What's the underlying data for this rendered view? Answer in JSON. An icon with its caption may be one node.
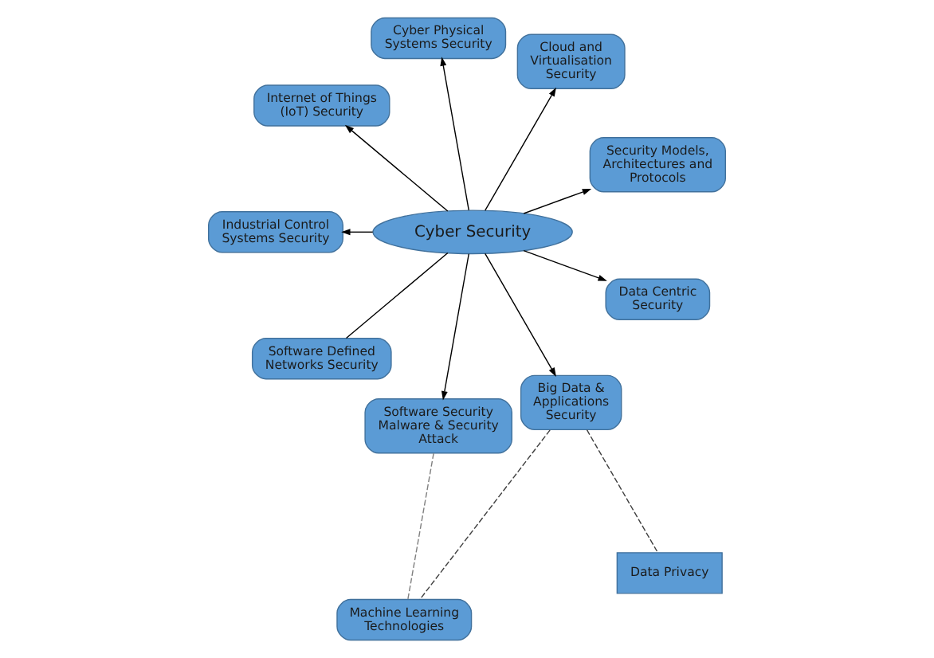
{
  "diagram": {
    "nodes": [
      {
        "text": [
          "Security Models, Architectures and Protocols"
        ]
      },
      {
        "text": [
          "Cloud and Virtualisation Security"
        ]
      },
      {
        "text": [
          "Cyber Physical Systems Security"
        ]
      },
      {
        "text": [
          "Cyber Security"
        ]
      },
      {
        "text": [
          "Internet of Things (IoT) Security"
        ]
      },
      {
        "text": [
          "Industrial Control Systems Security"
        ]
      },
      {
        "text": [
          "Software Defined Networks Security"
        ]
      },
      {
        "text": [
          "Software Security",
          "Malware & Security Attack"
        ]
      },
      {
        "text": [
          "Big Data & Applications Security"
        ]
      },
      {
        "text": [
          "Data Centric Security"
        ]
      },
      {
        "text": [
          "Machine Learning Technologies"
        ]
      },
      {
        "text": [
          "Data Privacy"
        ]
      }
    ],
    "edges": [
      {
        "from": 3,
        "to": 0,
        "arrow": "to"
      },
      {
        "from": 3,
        "to": 1,
        "arrow": "to"
      },
      {
        "from": 3,
        "to": 4,
        "arrow": "to"
      },
      {
        "from": 3,
        "to": 6,
        "arrow": "none"
      },
      {
        "from": 3,
        "to": 2,
        "arrow": "to"
      },
      {
        "from": 3,
        "to": 5,
        "arrow": "to"
      },
      {
        "from": 3,
        "to": 7,
        "arrow": "to"
      },
      {
        "from": 3,
        "to": 8,
        "arrow": "to"
      },
      {
        "from": 3,
        "to": 9,
        "arrow": "to"
      },
      {
        "from": 7,
        "to": 10,
        "arrow": "none",
        "style": "dashed",
        "color": "#808080"
      },
      {
        "from": 8,
        "to": 10,
        "arrow": "none",
        "style": "dashed",
        "color": "#404040"
      },
      {
        "from": 8,
        "to": 11,
        "arrow": "none",
        "style": "dashed",
        "color": "#404040"
      }
    ]
  }
}
